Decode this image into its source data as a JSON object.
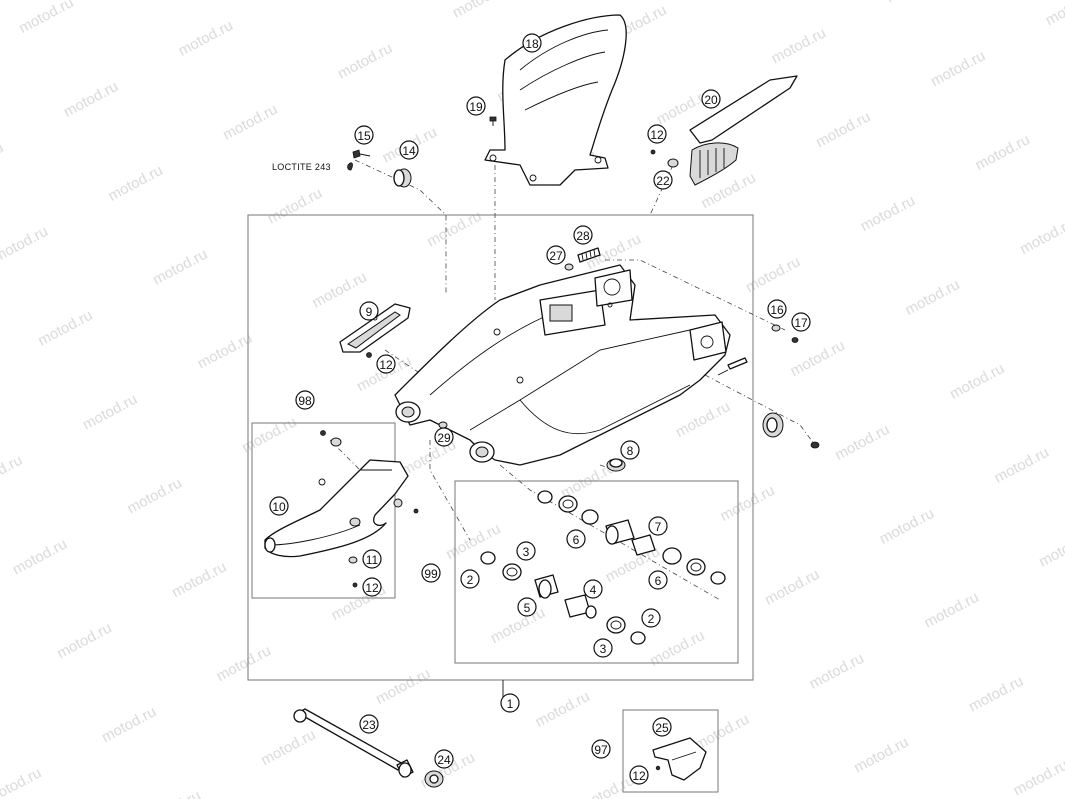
{
  "diagram": {
    "note_label": "LOCTITE 243",
    "watermark": "motod.ru",
    "callouts": {
      "c18": "18",
      "c19": "19",
      "c15": "15",
      "c14": "14",
      "c12a": "12",
      "c20": "20",
      "c22": "22",
      "c27": "27",
      "c28": "28",
      "c9": "9",
      "c12b": "12",
      "c16": "16",
      "c17": "17",
      "c98": "98",
      "c29": "29",
      "c8": "8",
      "c10": "10",
      "c7": "7",
      "c3a": "3",
      "c6a": "6",
      "c11": "11",
      "c12c": "12",
      "c99": "99",
      "c2a": "2",
      "c4": "4",
      "c6b": "6",
      "c5": "5",
      "c2b": "2",
      "c3b": "3",
      "c1": "1",
      "c23": "23",
      "c25": "25",
      "c97": "97",
      "c12d": "12",
      "c24": "24"
    },
    "plain_numbers": {
      "p2": "2",
      "p3": "3",
      "p5": "5",
      "p4": "4",
      "p6": "6",
      "p7": "7",
      "p2b": "2",
      "p3b": "3",
      "p6b": "6"
    }
  }
}
